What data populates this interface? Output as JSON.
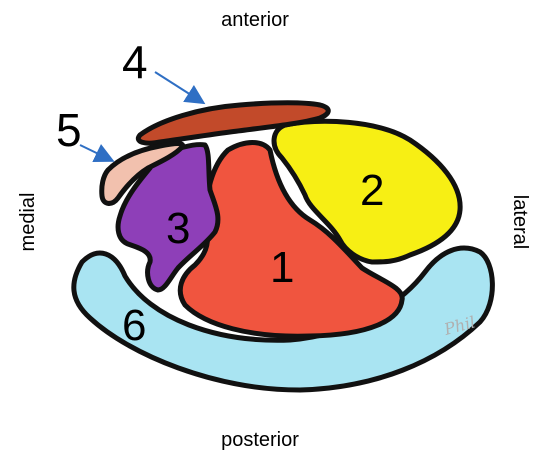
{
  "orientation": {
    "top": "anterior",
    "bottom": "posterior",
    "left": "medial",
    "right": "lateral"
  },
  "regions": [
    {
      "id": "1",
      "label": "1",
      "color": "#f0553f"
    },
    {
      "id": "2",
      "label": "2",
      "color": "#f7ef14"
    },
    {
      "id": "3",
      "label": "3",
      "color": "#8e3fb8"
    },
    {
      "id": "4",
      "label": "4",
      "color": "#c24a2a"
    },
    {
      "id": "5",
      "label": "5",
      "color": "#f2c1ae"
    },
    {
      "id": "6",
      "label": "6",
      "color": "#a9e4f2"
    }
  ],
  "arrow_color": "#2f6fc4",
  "signature_text": "Phil"
}
